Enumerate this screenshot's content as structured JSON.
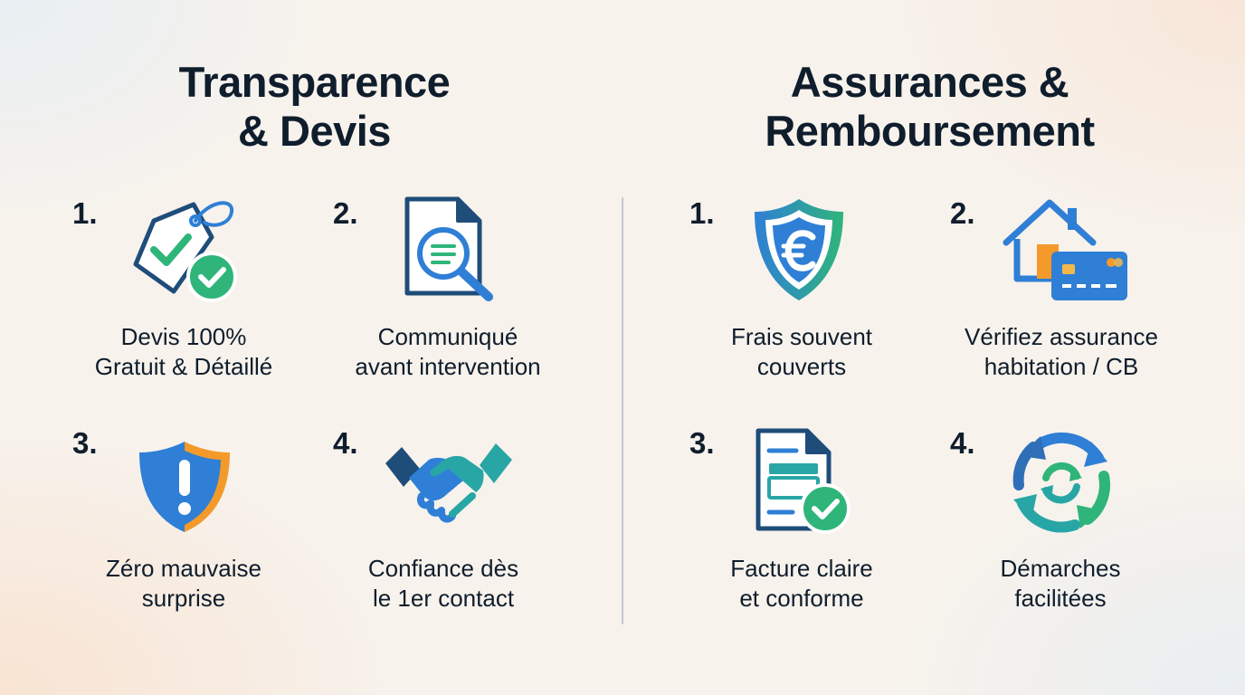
{
  "sections": [
    {
      "title_line1": "Transparence",
      "title_line2": "& Devis",
      "items": [
        {
          "number": "1.",
          "line1": "Devis 100%",
          "line2": "Gratuit & Détaillé",
          "icon": "price-tag-check-icon"
        },
        {
          "number": "2.",
          "line1": "Communiqué",
          "line2": "avant intervention",
          "icon": "document-magnifier-icon"
        },
        {
          "number": "3.",
          "line1": "Zéro mauvaise",
          "line2": "surprise",
          "icon": "shield-warning-icon"
        },
        {
          "number": "4.",
          "line1": "Confiance dès",
          "line2": "le 1er contact",
          "icon": "handshake-icon"
        }
      ]
    },
    {
      "title_line1": "Assurances &",
      "title_line2": "Remboursement",
      "items": [
        {
          "number": "1.",
          "line1": "Frais souvent",
          "line2": "couverts",
          "icon": "shield-euro-icon"
        },
        {
          "number": "2.",
          "line1": "Vérifiez assurance",
          "line2": "habitation / CB",
          "icon": "house-credit-card-icon"
        },
        {
          "number": "3.",
          "line1": "Facture claire",
          "line2": "et conforme",
          "icon": "invoice-check-icon"
        },
        {
          "number": "4.",
          "line1": "Démarches",
          "line2": "facilitées",
          "icon": "cycle-arrows-icon"
        }
      ]
    }
  ],
  "colors": {
    "text": "#0f1d2c",
    "blue": "#2f7fd6",
    "navy": "#1f4d7a",
    "green": "#2fb57a",
    "teal": "#28a6a6",
    "orange": "#f39a2b"
  }
}
